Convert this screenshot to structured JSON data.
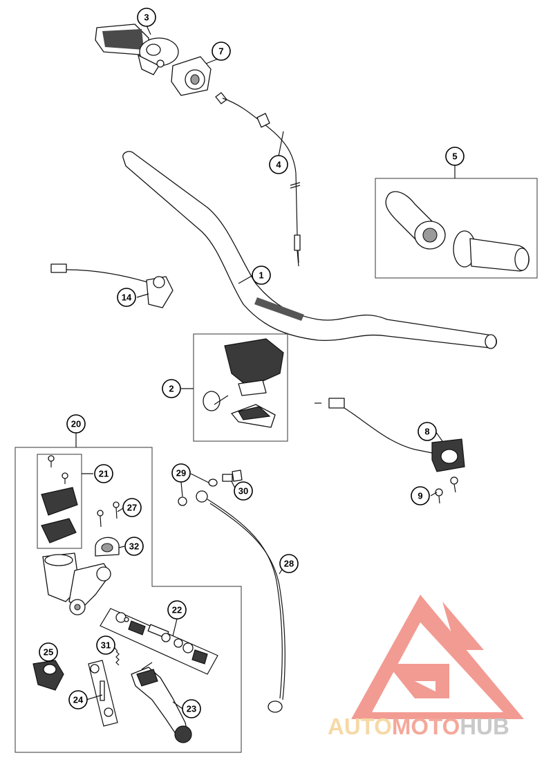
{
  "callouts": [
    {
      "id": "c1",
      "label": "1"
    },
    {
      "id": "c2",
      "label": "2"
    },
    {
      "id": "c3",
      "label": "3"
    },
    {
      "id": "c4",
      "label": "4"
    },
    {
      "id": "c5",
      "label": "5"
    },
    {
      "id": "c7",
      "label": "7"
    },
    {
      "id": "c8",
      "label": "8"
    },
    {
      "id": "c9",
      "label": "9"
    },
    {
      "id": "c14",
      "label": "14"
    },
    {
      "id": "c20",
      "label": "20"
    },
    {
      "id": "c21",
      "label": "21"
    },
    {
      "id": "c22",
      "label": "22"
    },
    {
      "id": "c23",
      "label": "23"
    },
    {
      "id": "c24",
      "label": "24"
    },
    {
      "id": "c25",
      "label": "25"
    },
    {
      "id": "c27",
      "label": "27"
    },
    {
      "id": "c28",
      "label": "28"
    },
    {
      "id": "c29",
      "label": "29"
    },
    {
      "id": "c30",
      "label": "30"
    },
    {
      "id": "c31",
      "label": "31"
    },
    {
      "id": "c32",
      "label": "32"
    }
  ],
  "watermark": {
    "part1": "AUTO",
    "part2": "MOTO",
    "part3": "HUB",
    "color_part1": "#f6d9a6",
    "color_part2": "#f4a89a",
    "color_part3": "#c9c9c9",
    "logo_color": "#f08a80"
  }
}
